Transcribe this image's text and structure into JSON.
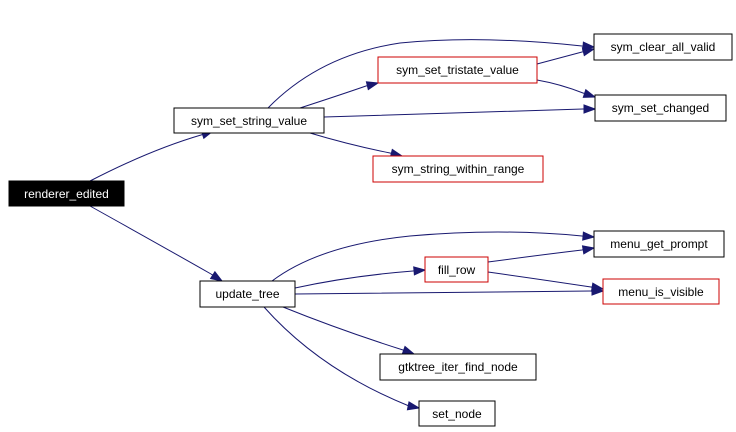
{
  "graph": {
    "colors": {
      "edge": "#191970",
      "root_fill": "#000000",
      "red_border": "#cc0000",
      "border": "#000000"
    },
    "nodes": {
      "renderer_edited": {
        "label": "renderer_edited",
        "style": "root"
      },
      "sym_set_string_value": {
        "label": "sym_set_string_value",
        "style": "normal"
      },
      "sym_set_tristate_value": {
        "label": "sym_set_tristate_value",
        "style": "red"
      },
      "sym_clear_all_valid": {
        "label": "sym_clear_all_valid",
        "style": "normal"
      },
      "sym_set_changed": {
        "label": "sym_set_changed",
        "style": "normal"
      },
      "sym_string_within_range": {
        "label": "sym_string_within_range",
        "style": "red"
      },
      "update_tree": {
        "label": "update_tree",
        "style": "normal"
      },
      "fill_row": {
        "label": "fill_row",
        "style": "red"
      },
      "menu_get_prompt": {
        "label": "menu_get_prompt",
        "style": "normal"
      },
      "menu_is_visible": {
        "label": "menu_is_visible",
        "style": "red"
      },
      "gtktree_iter_find_node": {
        "label": "gtktree_iter_find_node",
        "style": "normal"
      },
      "set_node": {
        "label": "set_node",
        "style": "normal"
      }
    },
    "edges": [
      {
        "from": "renderer_edited",
        "to": "sym_set_string_value"
      },
      {
        "from": "renderer_edited",
        "to": "update_tree"
      },
      {
        "from": "sym_set_string_value",
        "to": "sym_clear_all_valid"
      },
      {
        "from": "sym_set_string_value",
        "to": "sym_set_tristate_value"
      },
      {
        "from": "sym_set_string_value",
        "to": "sym_set_changed"
      },
      {
        "from": "sym_set_string_value",
        "to": "sym_string_within_range"
      },
      {
        "from": "sym_set_tristate_value",
        "to": "sym_clear_all_valid"
      },
      {
        "from": "sym_set_tristate_value",
        "to": "sym_set_changed"
      },
      {
        "from": "update_tree",
        "to": "menu_get_prompt"
      },
      {
        "from": "update_tree",
        "to": "fill_row"
      },
      {
        "from": "update_tree",
        "to": "menu_is_visible"
      },
      {
        "from": "update_tree",
        "to": "gtktree_iter_find_node"
      },
      {
        "from": "update_tree",
        "to": "set_node"
      },
      {
        "from": "fill_row",
        "to": "menu_get_prompt"
      },
      {
        "from": "fill_row",
        "to": "menu_is_visible"
      }
    ]
  }
}
